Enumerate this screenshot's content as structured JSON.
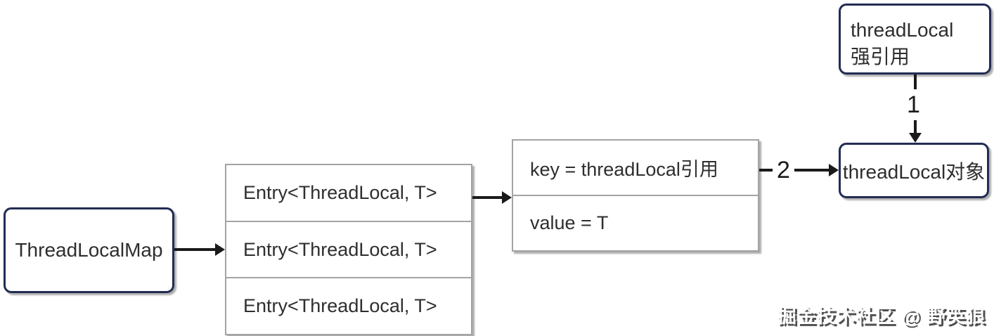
{
  "diagram": {
    "nodes": {
      "threadlocalmap": {
        "label": "ThreadLocalMap"
      },
      "entry_stack": {
        "rows": [
          "Entry<ThreadLocal, T>",
          "Entry<ThreadLocal, T>",
          "Entry<ThreadLocal, T>"
        ]
      },
      "entry_detail": {
        "key_row": "key = threadLocal引用",
        "value_row": "value = T"
      },
      "strong_ref": {
        "line1": "threadLocal",
        "line2": "强引用"
      },
      "threadlocal_object": {
        "label": "threadLocal对象"
      }
    },
    "edges": {
      "strong_ref_to_object_label": "1",
      "key_to_object_label": "2"
    },
    "watermark": "掘金技术社区 @ 野英狼",
    "colors": {
      "node_border": "#222c54",
      "list_border": "#a3a3a3",
      "arrow": "#1a1a1a",
      "text": "#2e2e2e",
      "edge_label_bg": "#ffffff",
      "watermark_fill": "#ffffff",
      "watermark_shadow": "#4f4f4f"
    }
  }
}
